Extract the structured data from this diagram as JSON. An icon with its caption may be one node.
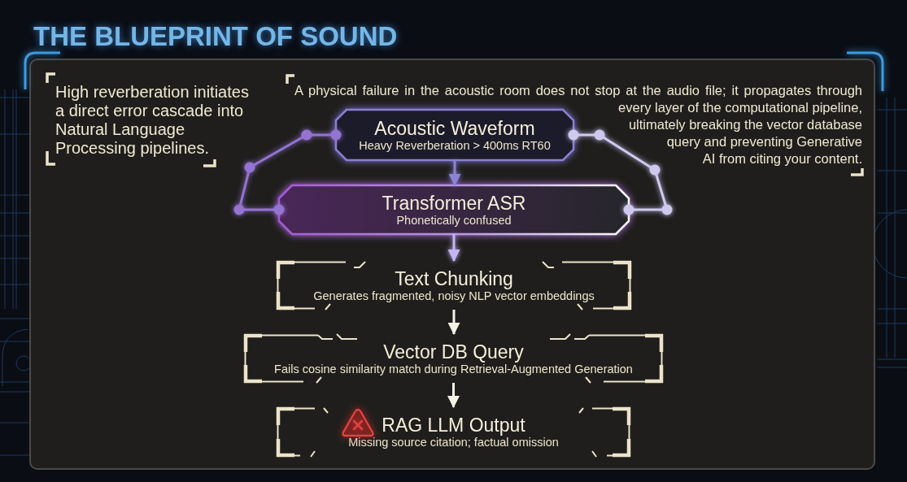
{
  "diagram": {
    "title": "THE BLUEPRINT OF SOUND",
    "nodes": [
      {
        "text": [
          "Acoustic Waveform",
          "Heavy Reverberation > 400ms RT60"
        ]
      },
      {
        "text": [
          "Transformer ASR",
          "Phonetically confused"
        ]
      },
      {
        "text": [
          "Text Chunking",
          "Generates fragmented, noisy NLP vector embeddings"
        ]
      },
      {
        "text": [
          "Vector DB Query",
          "Fails cosine similarity match during Retrieval-Augmented Generation"
        ]
      },
      {
        "text": [
          "RAG LLM Output",
          "Missing source citation; factual omission"
        ]
      }
    ],
    "edges": [
      {
        "from": 0,
        "to": 1,
        "arrow": "to",
        "color": "#8c82d6"
      },
      {
        "from": 1,
        "to": 2,
        "arrow": "to",
        "color": "#c3b4f4"
      },
      {
        "from": 2,
        "to": 3,
        "arrow": "to"
      },
      {
        "from": 3,
        "to": 4,
        "arrow": "to"
      },
      {
        "from": 0,
        "to": 1,
        "arrow": "other",
        "color": "#9474d2"
      },
      {
        "from": 0,
        "to": 1,
        "arrow": "other",
        "color": "#cfc9f0"
      }
    ],
    "labels": [
      "High reverberation initiates a direct error cascade into Natural Language Processing pipelines.",
      "A physical failure in the acoustic room does not stop at the audio file; it propagates through",
      "every layer of the computational pipeline, ultimately breaking the vector database query and preventing Generative AI from citing your content."
    ]
  }
}
